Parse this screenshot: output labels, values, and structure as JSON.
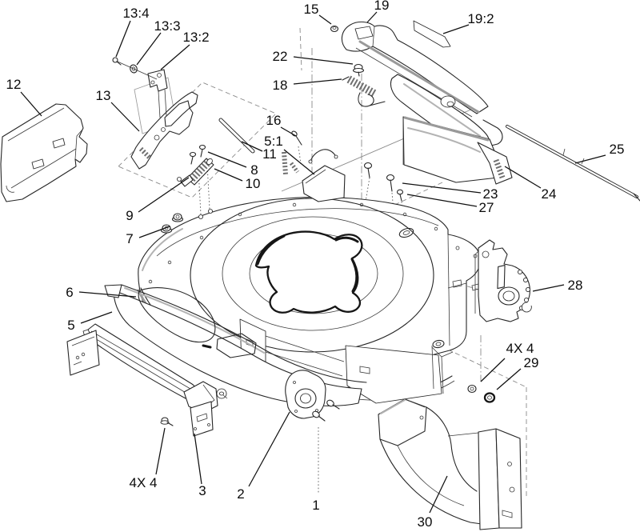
{
  "diagram": {
    "kind": "exploded-parts-diagram",
    "subject": "lawn-mower housing and handle assembly",
    "colors": {
      "background": "#ffffff",
      "ink": "#262626",
      "shading": "#9a9a9a"
    },
    "callouts": [
      {
        "id": "13-4",
        "text": "13:4"
      },
      {
        "id": "13-3",
        "text": "13:3"
      },
      {
        "id": "13-2",
        "text": "13:2"
      },
      {
        "id": "12",
        "text": "12"
      },
      {
        "id": "13",
        "text": "13"
      },
      {
        "id": "15",
        "text": "15"
      },
      {
        "id": "19",
        "text": "19"
      },
      {
        "id": "19-2",
        "text": "19:2"
      },
      {
        "id": "22",
        "text": "22"
      },
      {
        "id": "18",
        "text": "18"
      },
      {
        "id": "16",
        "text": "16"
      },
      {
        "id": "5-1",
        "text": "5:1"
      },
      {
        "id": "11",
        "text": "11"
      },
      {
        "id": "8",
        "text": "8"
      },
      {
        "id": "10",
        "text": "10"
      },
      {
        "id": "9",
        "text": "9"
      },
      {
        "id": "7",
        "text": "7"
      },
      {
        "id": "25",
        "text": "25"
      },
      {
        "id": "23",
        "text": "23"
      },
      {
        "id": "27",
        "text": "27"
      },
      {
        "id": "24",
        "text": "24"
      },
      {
        "id": "6",
        "text": "6"
      },
      {
        "id": "5",
        "text": "5"
      },
      {
        "id": "28",
        "text": "28"
      },
      {
        "id": "4x4-right",
        "text": "4X 4"
      },
      {
        "id": "29",
        "text": "29"
      },
      {
        "id": "4x4-left",
        "text": "4X 4"
      },
      {
        "id": "3",
        "text": "3"
      },
      {
        "id": "2",
        "text": "2"
      },
      {
        "id": "1",
        "text": "1"
      },
      {
        "id": "30",
        "text": "30"
      }
    ]
  }
}
